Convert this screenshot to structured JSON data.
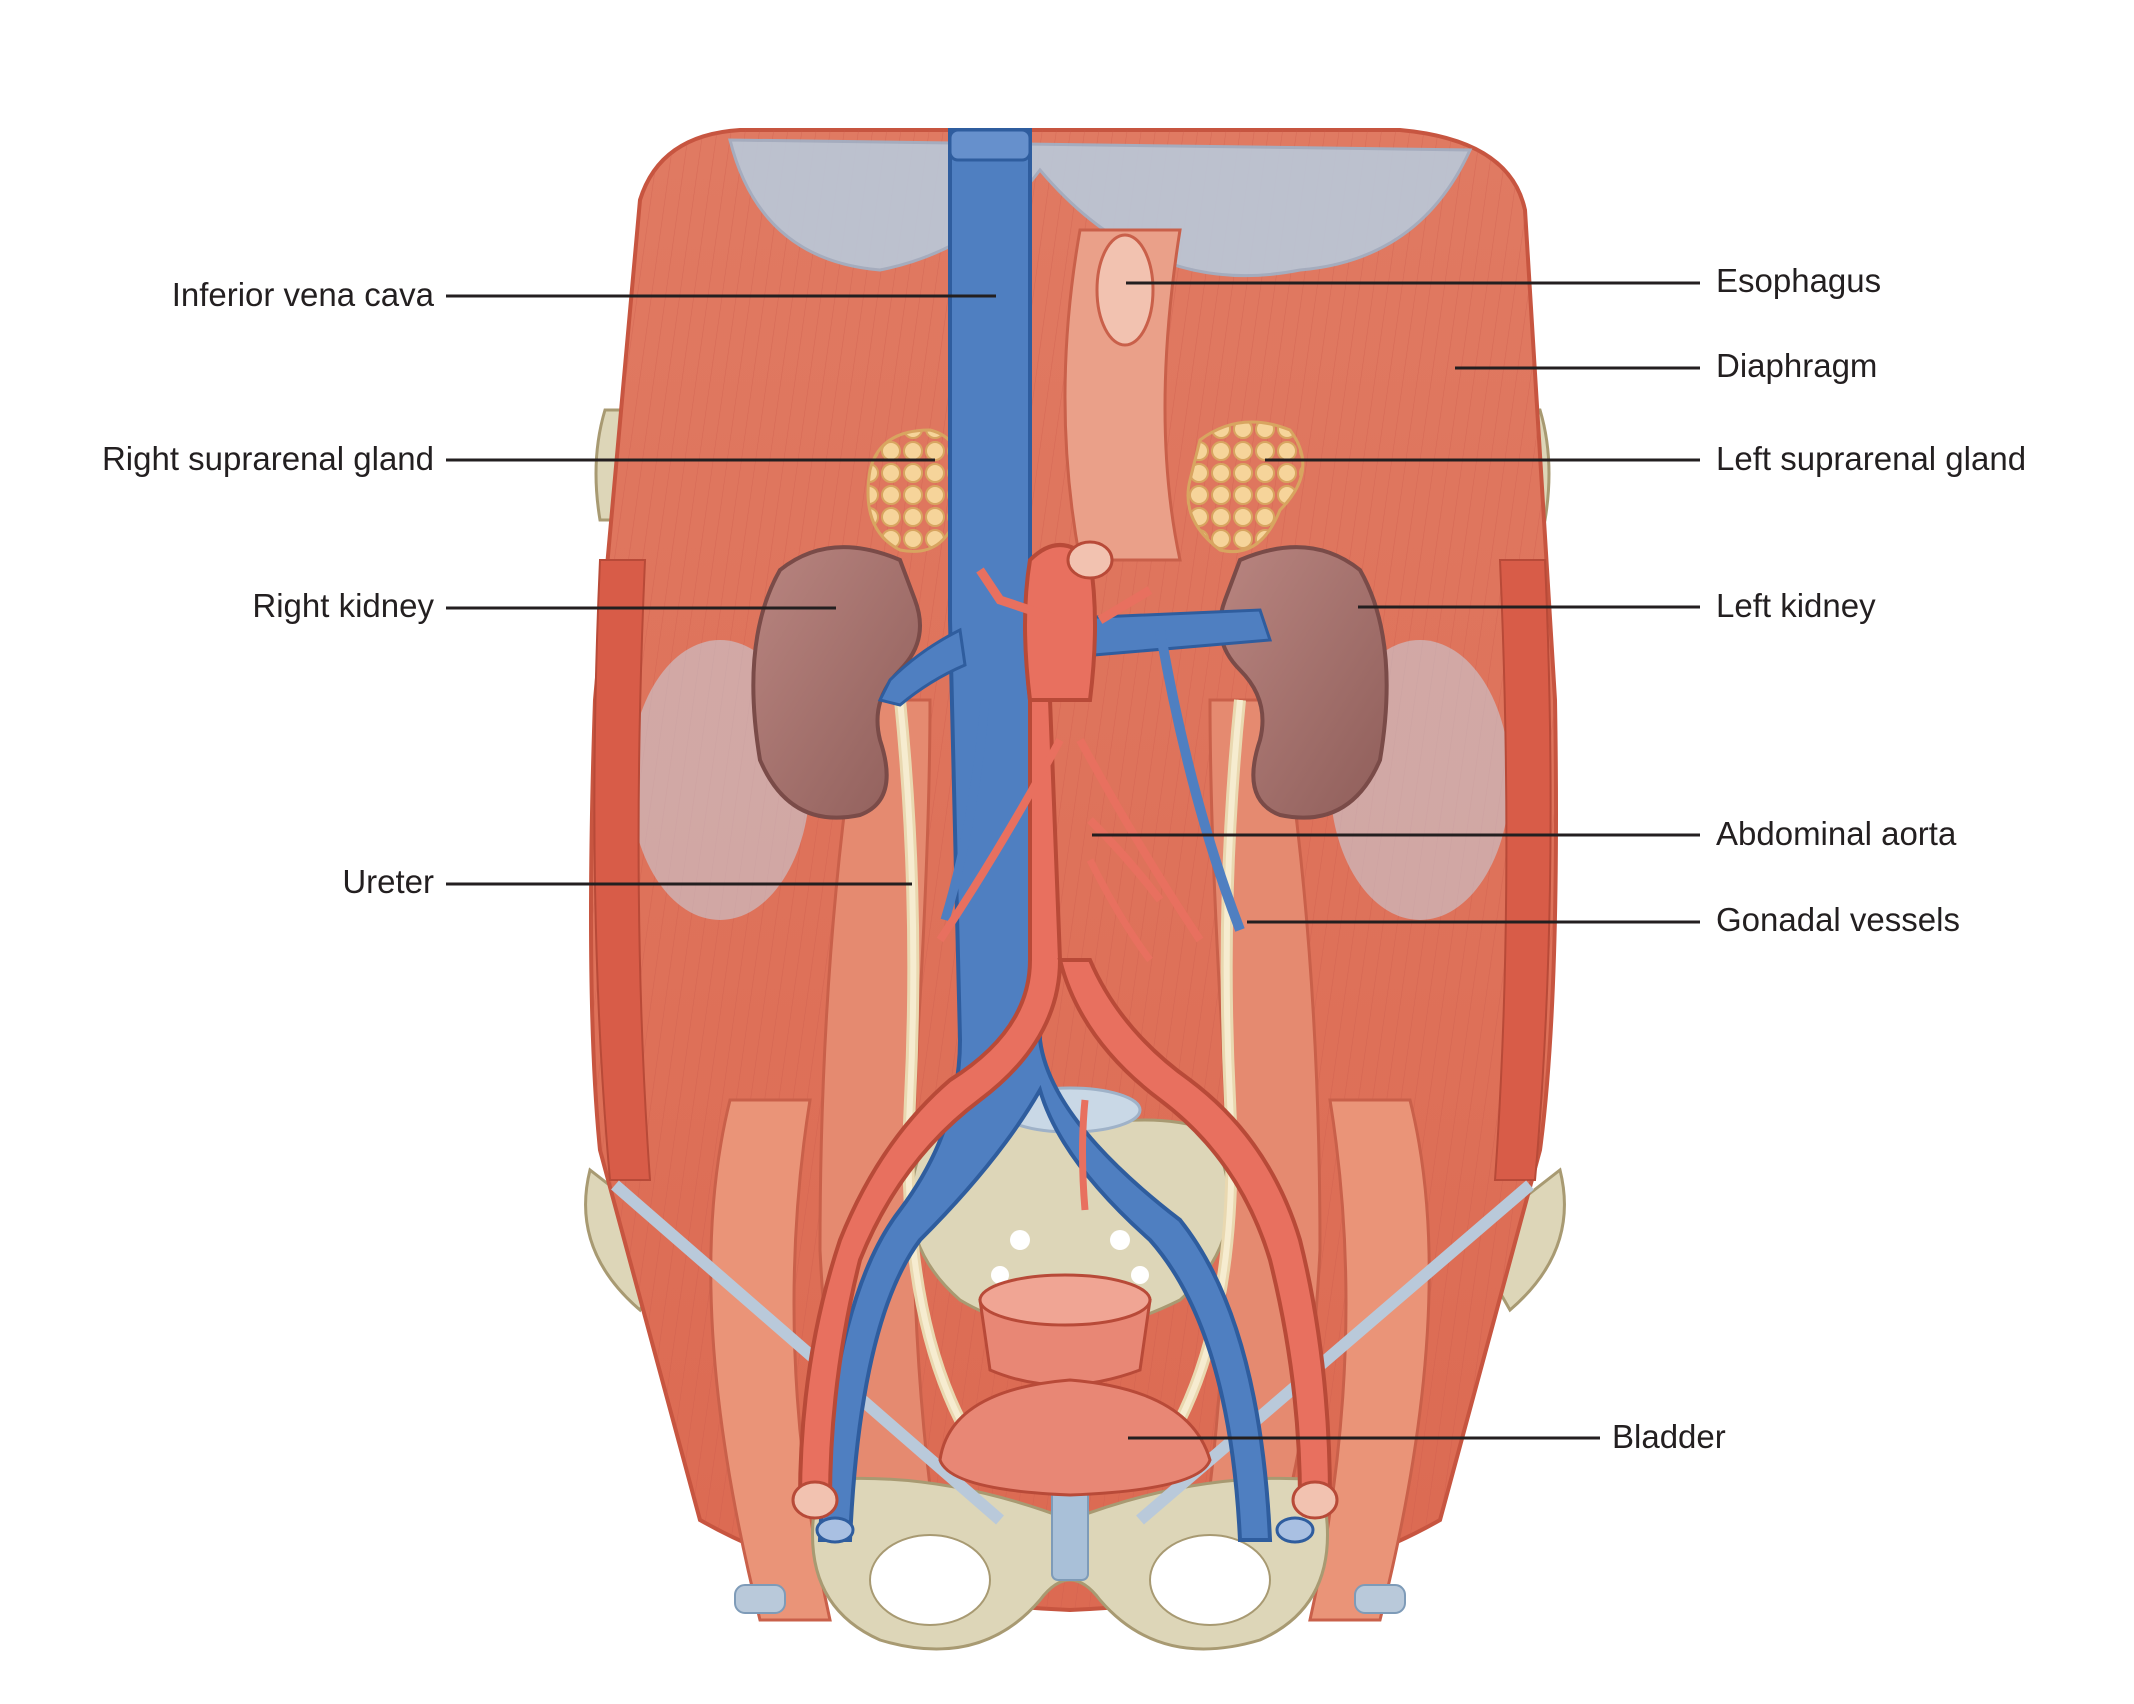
{
  "labels": {
    "inferior_vena_cava": "Inferior vena cava",
    "right_suprarenal_gland": "Right suprarenal gland",
    "right_kidney": "Right kidney",
    "ureter": "Ureter",
    "esophagus": "Esophagus",
    "diaphragm": "Diaphragm",
    "left_suprarenal_gland": "Left suprarenal gland",
    "left_kidney": "Left kidney",
    "abdominal_aorta": "Abdominal aorta",
    "gonadal_vessels": "Gonadal vessels",
    "bladder": "Bladder"
  },
  "colors": {
    "muscle": "#e2735c",
    "muscle_light": "#ec9a82",
    "diaphragm_tendon": "#b9c9da",
    "vein": "#4f7fc1",
    "artery": "#e8705f",
    "kidney": "#a8706b",
    "gland": "#f0c98a",
    "bone": "#ddd6b8",
    "ureter": "#f3e6c4",
    "bladder": "#e88775",
    "leader_line": "#231f20"
  }
}
